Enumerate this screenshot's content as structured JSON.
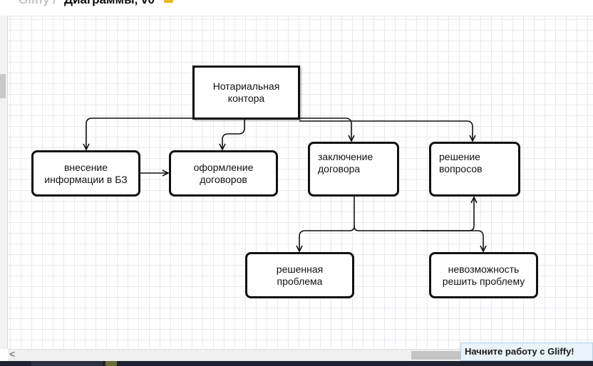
{
  "header": {
    "breadcrumb_root": "Gliffy",
    "breadcrumb_sep": "/",
    "doc_title": "Диаграммы, v0"
  },
  "diagram": {
    "root": {
      "line1": "Нотариальная",
      "line2": "контора"
    },
    "nodes": {
      "entry": {
        "line1": "внесение",
        "line2": "информации в БЗ"
      },
      "contracts": {
        "line1": "оформление",
        "line2": "договоров"
      },
      "conclusion": {
        "line1": "заключение",
        "line2": "договора"
      },
      "questions": {
        "line1": "решение",
        "line2": "вопросов"
      },
      "solved": {
        "line1": "решенная",
        "line2": "проблема"
      },
      "unsolvable": {
        "line1": "невозможность",
        "line2": "решить проблему"
      }
    },
    "colors": {
      "stroke": "#111111",
      "grid": "#e6e9ef",
      "fill": "#ffffff"
    }
  },
  "toast": {
    "label": "Начните работу с Gliffy!"
  },
  "scrollbar": {
    "left_arrow": "<"
  }
}
